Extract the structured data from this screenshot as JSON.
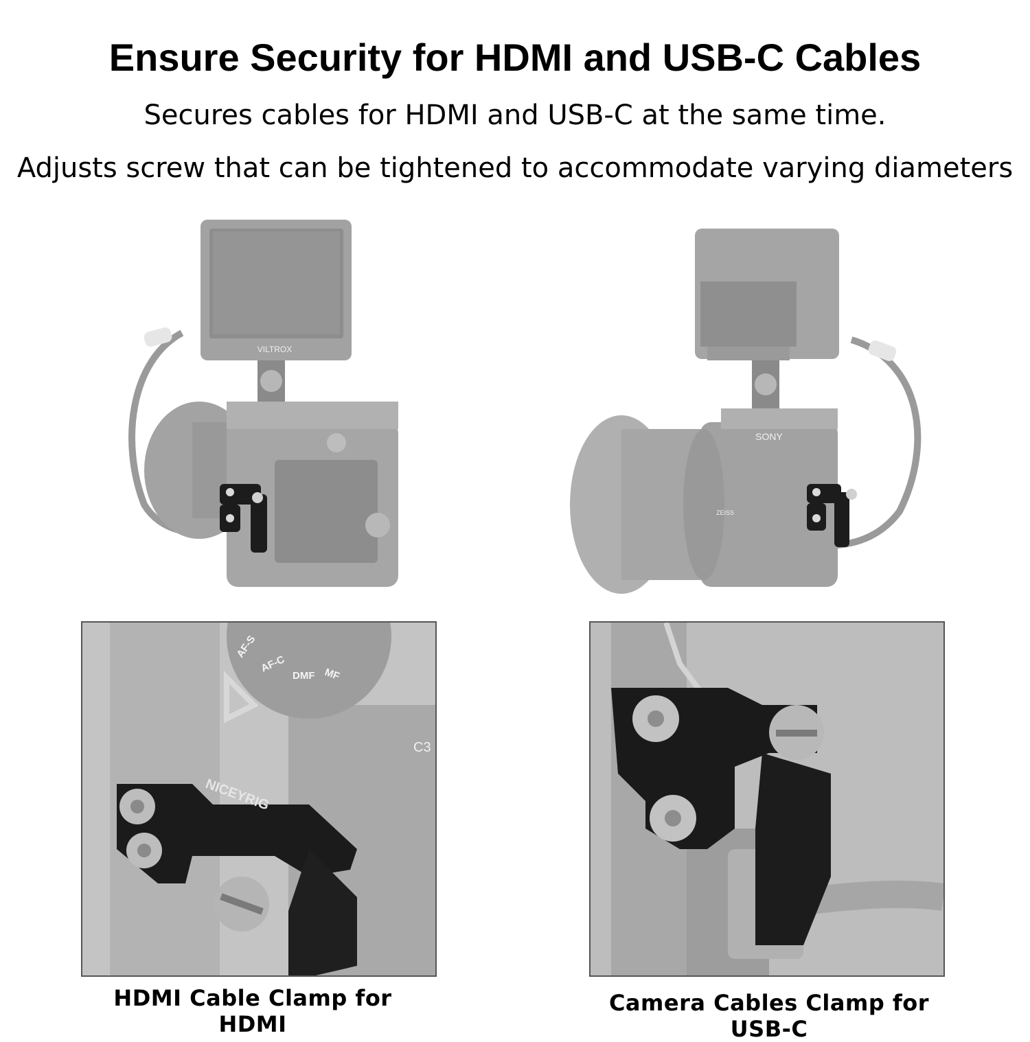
{
  "header": {
    "title": "Ensure Security for HDMI and USB-C Cables",
    "subtitle_1": "Secures cables for HDMI and USB-C at the same time.",
    "subtitle_2": "Adjusts screw that can be tightened to accommodate varying diameters"
  },
  "photos": {
    "left_top": {
      "monitor_brand": "VILTROX"
    },
    "right_top": {
      "camera_brand": "SONY",
      "lens_brand": "ZEISS"
    },
    "left_detail": {
      "engraving": "NICEYRIG",
      "dial_labels": [
        "AF-S",
        "AF-C",
        "DMF",
        "MF"
      ],
      "button_label": "C3",
      "caption": "HDMI Cable Clamp for HDMI"
    },
    "right_detail": {
      "caption": "Camera Cables Clamp for USB-C"
    }
  },
  "colors": {
    "frame_bg": "#c9c9c9",
    "clamp": "#1b1b1b",
    "faded_gray": "#a8a8a8"
  }
}
